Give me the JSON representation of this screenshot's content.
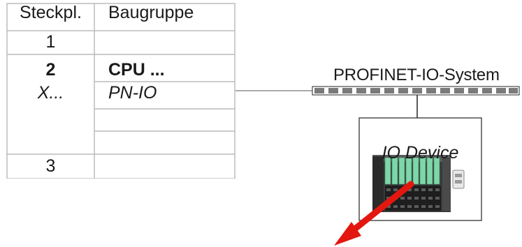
{
  "table": {
    "headers": {
      "slot": "Steckpl.",
      "module": "Baugruppe"
    },
    "rows": [
      {
        "slot": "1",
        "module": ""
      },
      {
        "slot": "2",
        "module": "CPU ..."
      },
      {
        "slot": "X...",
        "module": "PN-IO"
      },
      {
        "slot": "",
        "module": ""
      },
      {
        "slot": "",
        "module": ""
      },
      {
        "slot": "3",
        "module": ""
      }
    ]
  },
  "network": {
    "label": "PROFINET-IO-System"
  },
  "device": {
    "title": "IO Device"
  },
  "colors": {
    "grid": "#bcbcbc",
    "line": "#333333",
    "bus_dash": "#777777",
    "arrow": "#e3170f",
    "module_green": "#7fd6a8"
  }
}
